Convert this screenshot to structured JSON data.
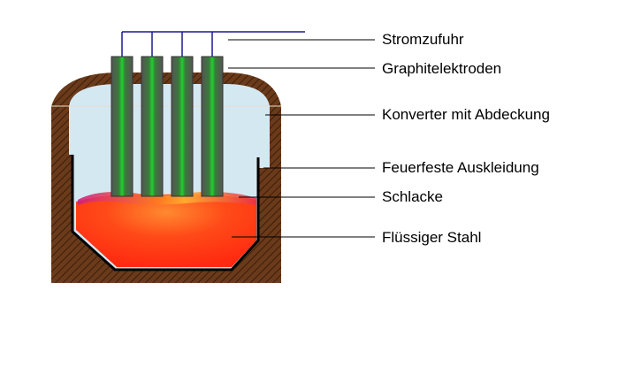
{
  "diagram": {
    "labels": [
      "Stromzufuhr",
      "Graphitelektroden",
      "Konverter mit Abdeckung",
      "Feuerfeste Auskleidung",
      "Schlacke",
      "Flüssiger Stahl"
    ]
  },
  "colors": {
    "brick": "#6a3a1a",
    "brick_hatch": "#3a1e0a",
    "interior": "#d4e8f2",
    "electrode": "#555555",
    "electrode_glow": "#20c030",
    "steel": "#ff3a10",
    "slag": "#e0207a",
    "power_line": "#1a1a8c",
    "lining": "#000000"
  }
}
